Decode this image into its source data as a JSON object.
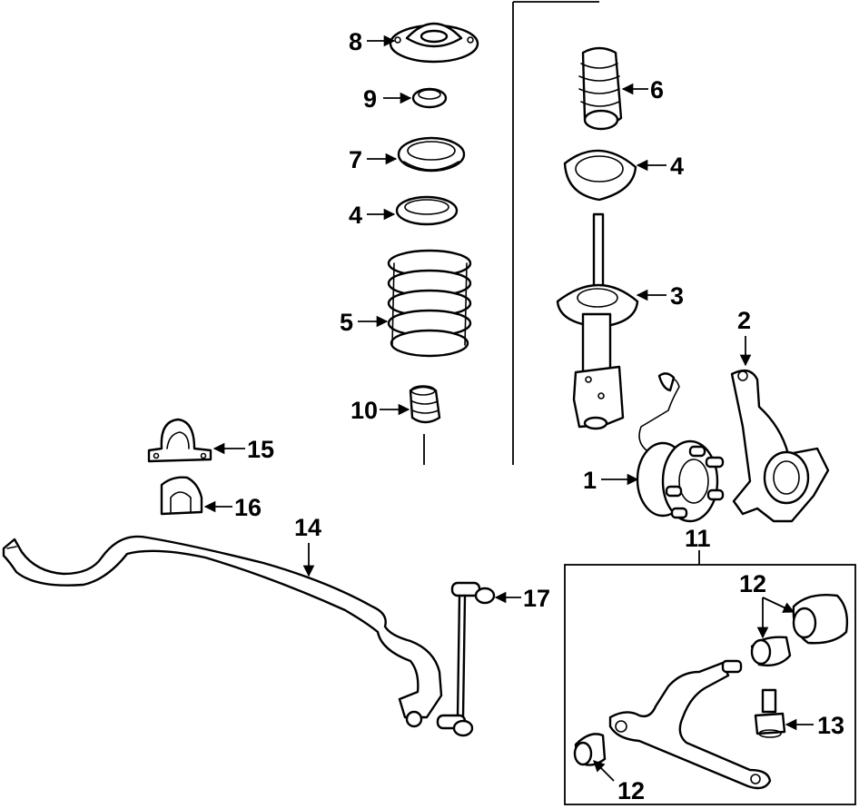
{
  "callouts": {
    "c1": "1",
    "c2": "2",
    "c3": "3",
    "c4a": "4",
    "c4b": "4",
    "c5": "5",
    "c6": "6",
    "c7": "7",
    "c8": "8",
    "c9": "9",
    "c10": "10",
    "c11": "11",
    "c12a": "12",
    "c12b": "12",
    "c13": "13",
    "c14": "14",
    "c15": "15",
    "c16": "16",
    "c17": "17"
  }
}
